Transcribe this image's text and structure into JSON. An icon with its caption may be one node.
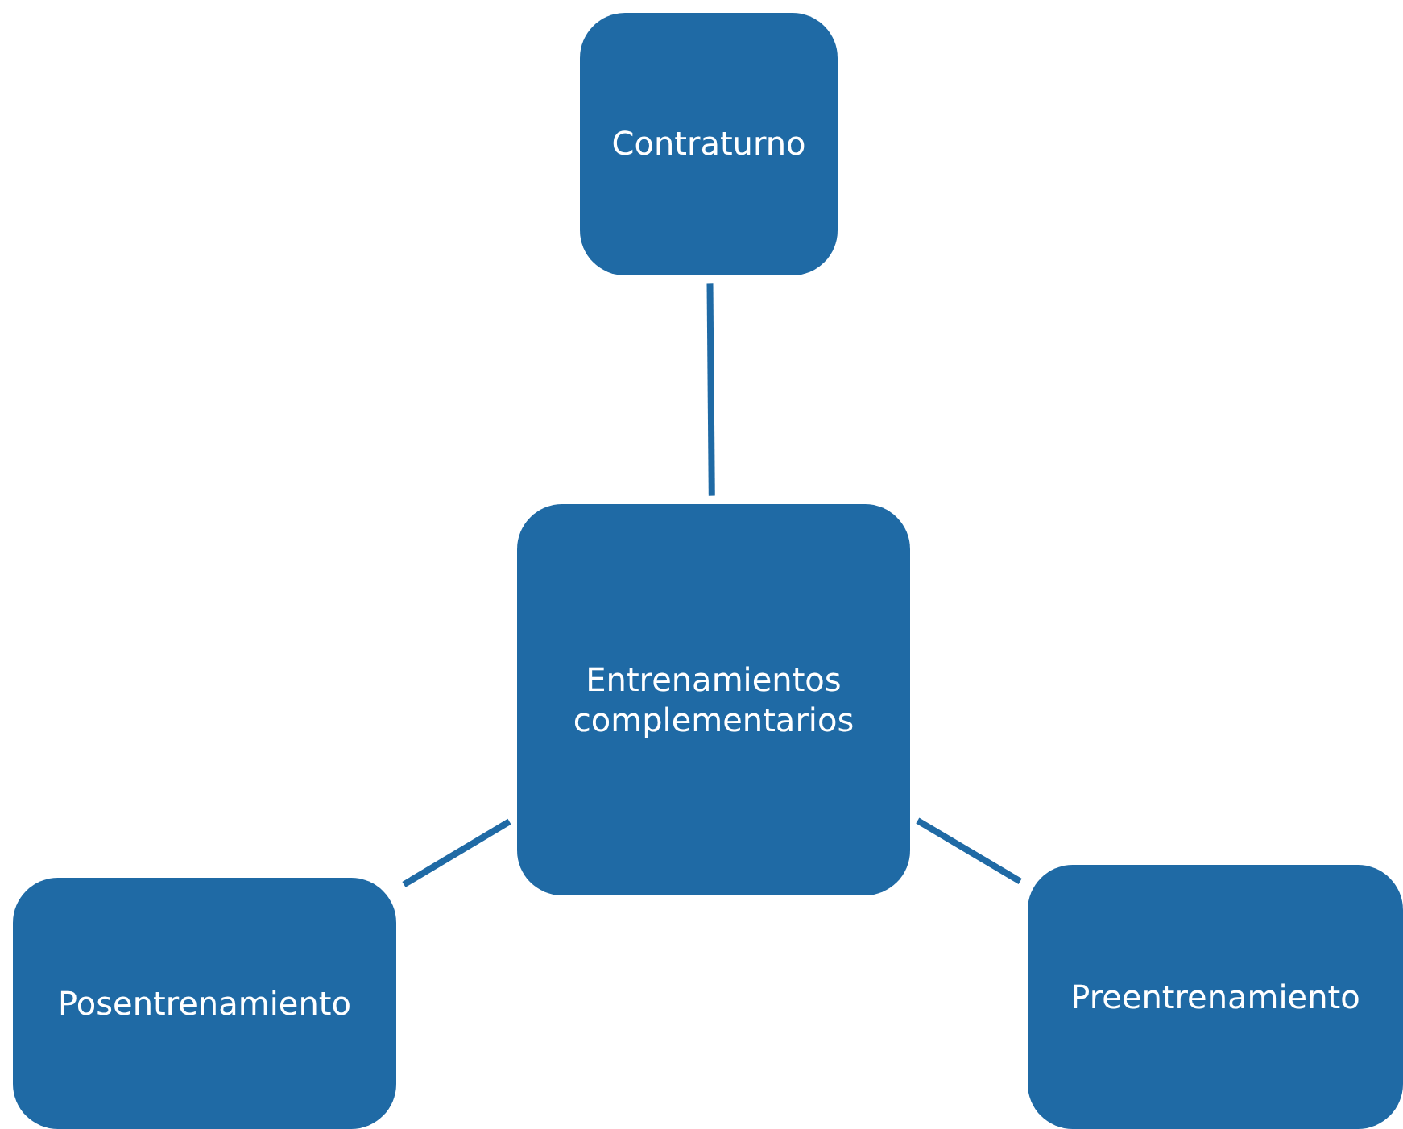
{
  "diagram": {
    "nodes": [
      {
        "text": [
          "Contraturno"
        ]
      },
      {
        "text": [
          "Entrenamientos complementarios"
        ]
      },
      {
        "text": [
          "Posentrenamiento"
        ]
      },
      {
        "text": [
          "Preentrenamiento"
        ]
      }
    ],
    "edges": [
      {
        "from": 1,
        "to": 0,
        "arrow": "none"
      },
      {
        "from": 1,
        "to": 2,
        "arrow": "none"
      },
      {
        "from": 1,
        "to": 3,
        "arrow": "none"
      }
    ]
  }
}
